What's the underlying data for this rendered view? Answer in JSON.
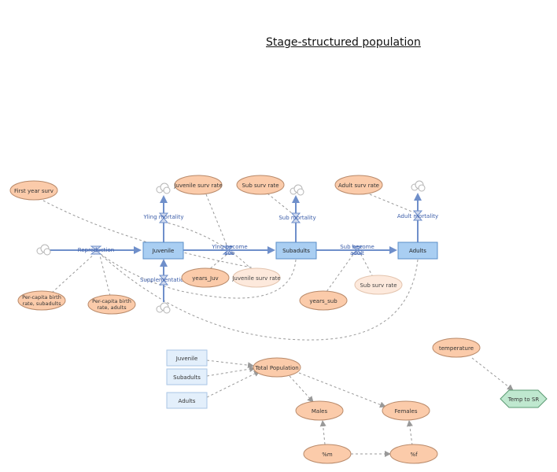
{
  "title": "Stage-structured population",
  "stocks": {
    "juvenile": "Juvenile",
    "subadults": "Subadults",
    "adults": "Adults"
  },
  "flows": {
    "reproduction": "Reproduction",
    "juv_mortality": "Yling mortality",
    "juv_become_sub": "Ylng become sub",
    "supplementation": "Supplementation",
    "sub_mortality": "Sub mortality",
    "sub_become_adult": "Sub become adult",
    "adult_mortality": "Adult mortality"
  },
  "variables": {
    "first_year_surv": "First year surv",
    "juvenile_surv_rate": "Juvenile surv rate",
    "sub_surv_rate_top": "Sub surv rate",
    "adult_surv_rate": "Adult surv rate",
    "birth_rate_sub": "Per-capita birth rate, subadults",
    "birth_rate_adult": "Per-capita birth rate, adults",
    "years_juv": "years_Juv",
    "juvenile_surv_rate_ghost": "Juvenile surv rate",
    "sub_surv_rate_ghost": "Sub surv rate",
    "years_sub": "years_sub",
    "total_population": "Total Population",
    "males": "Males",
    "females": "Females",
    "pct_m": "%m",
    "pct_f": "%f",
    "temperature": "temperature",
    "temp_to_sr": "Temp to SR"
  },
  "ghost_stocks": {
    "juvenile": "Juvenile",
    "subadults": "Subadults",
    "adults": "Adults"
  },
  "colors": {
    "stock_fill": "#a9cef2",
    "stock_stroke": "#5b8fc8",
    "flow": "#6f8fca",
    "variable_fill": "#fbcbaa",
    "variable_stroke": "#b98a6a",
    "ghost_fill": "#fde9dc",
    "ghost_stock_fill": "#e3effb",
    "hexagon_fill": "#bfe8cf",
    "link": "#999999"
  }
}
